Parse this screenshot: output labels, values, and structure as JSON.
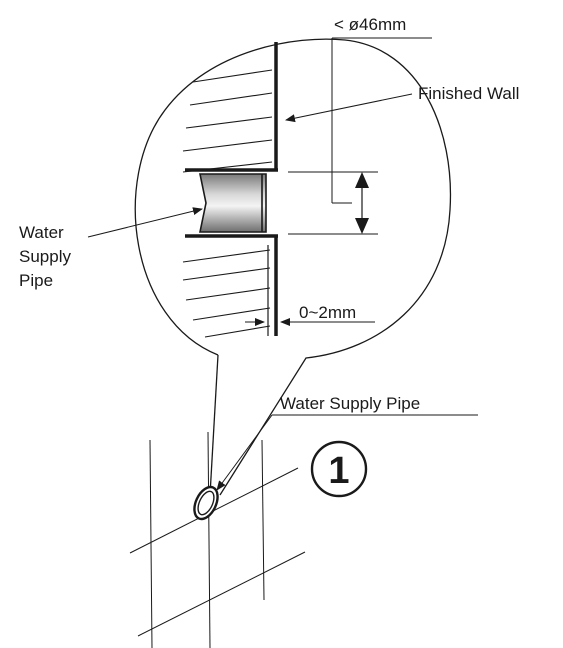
{
  "labels": {
    "diameter": "< ø46mm",
    "finished_wall": "Finished Wall",
    "water_supply_pipe_side": [
      "Water",
      "Supply",
      "Pipe"
    ],
    "gap": "0~2mm",
    "water_supply_pipe_callout": "Water Supply Pipe",
    "step_number": "1"
  },
  "colors": {
    "line": "#1a1a1a",
    "pipe_dark": "#8c8c8c",
    "pipe_light": "#f2f2f2"
  }
}
